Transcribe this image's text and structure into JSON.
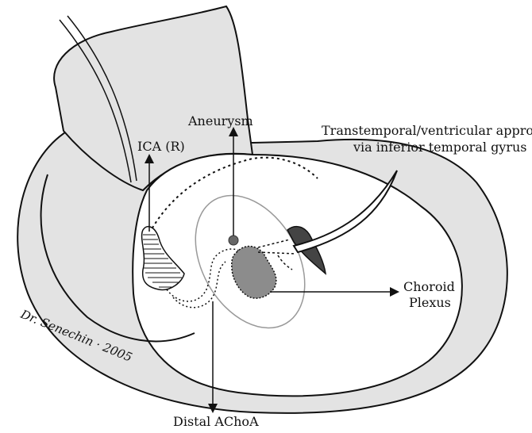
{
  "labels": {
    "aneurysm": "Aneurysm",
    "ica": "ICA (R)",
    "approach_line1": "Transtemporal/ventricular approach",
    "approach_line2": "via inferior temporal gyrus",
    "choroid_line1": "Choroid",
    "choroid_line2": "Plexus",
    "distal": "Distal AChoA"
  },
  "signature": "Dr. Senechin · 2005",
  "colors": {
    "background": "#ffffff",
    "tissue": "#e3e3e3",
    "ink": "#111111",
    "plexus": "#8c8c8c",
    "aneurysm": "#666666"
  }
}
